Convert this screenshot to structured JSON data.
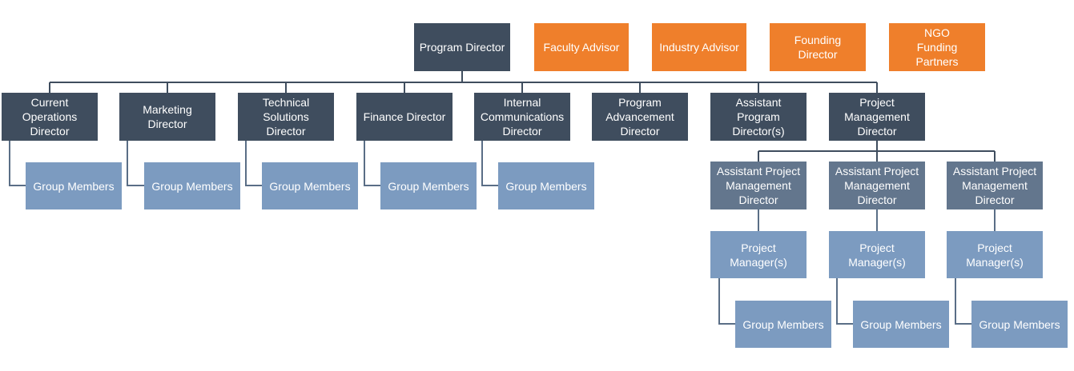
{
  "top": {
    "program_director": "Program Director",
    "advisors": [
      "Faculty Advisor",
      "Industry Advisor",
      "Founding Director",
      "NGO Funding Partners"
    ]
  },
  "directors": [
    "Current Operations Director",
    "Marketing Director",
    "Technical Solutions Director",
    "Finance Director",
    "Internal Communications Director",
    "Program Advancement Director",
    "Assistant Program Director(s)",
    "Project Management Director"
  ],
  "group_members_label": "Group Members",
  "project_management": {
    "assistants": [
      "Assistant Project Management Director",
      "Assistant Project Management Director",
      "Assistant Project Management Director"
    ],
    "managers": [
      "Project Manager(s)",
      "Project Manager(s)",
      "Project Manager(s)"
    ],
    "groups": [
      "Group Members",
      "Group Members",
      "Group Members"
    ]
  },
  "colors": {
    "dark": "#3f4d5e",
    "orange": "#ef7f2b",
    "mid": "#63768d",
    "light": "#7c9bc0"
  }
}
